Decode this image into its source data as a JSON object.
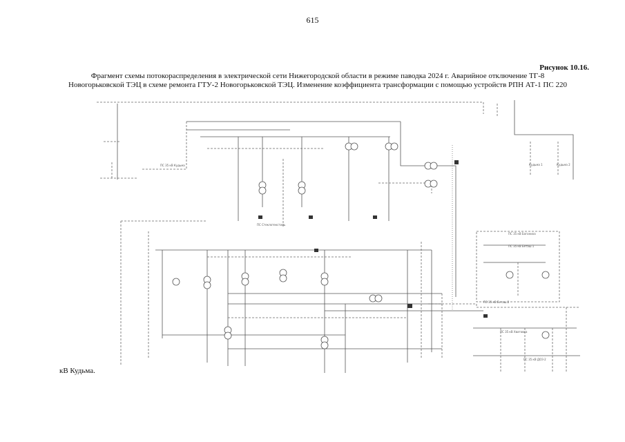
{
  "page": {
    "number": "615",
    "figure_label": "Рисунок 10.16.",
    "caption_line1": "Фрагмент схемы потокораспределения в электрической сети Нижегородской области в режиме паводка 2024 г. Аварийное отключение ТГ-8",
    "caption_line2": "Новогорьковской ТЭЦ в схеме ремонта ГТУ-2 Новогорьковской ТЭЦ. Изменение коэффициента трансформации с помощью устройств РПН АТ-1 ПС 220",
    "footer_fragment": "кВ Кудьма."
  },
  "diagram": {
    "labels": [
      "ПС 35 кВ Боганиха",
      "ПС 35 кВ Беташ 1",
      "ПС 35 кВ Беташ 2",
      "ПС 35 кВ Хватовка",
      "ПС 35 кВ ДОЗ-2",
      "ПС 35 кВ Кудьма",
      "ПС Стеклотекстиль",
      "Кудьма 1",
      "Кудьма 2"
    ]
  }
}
